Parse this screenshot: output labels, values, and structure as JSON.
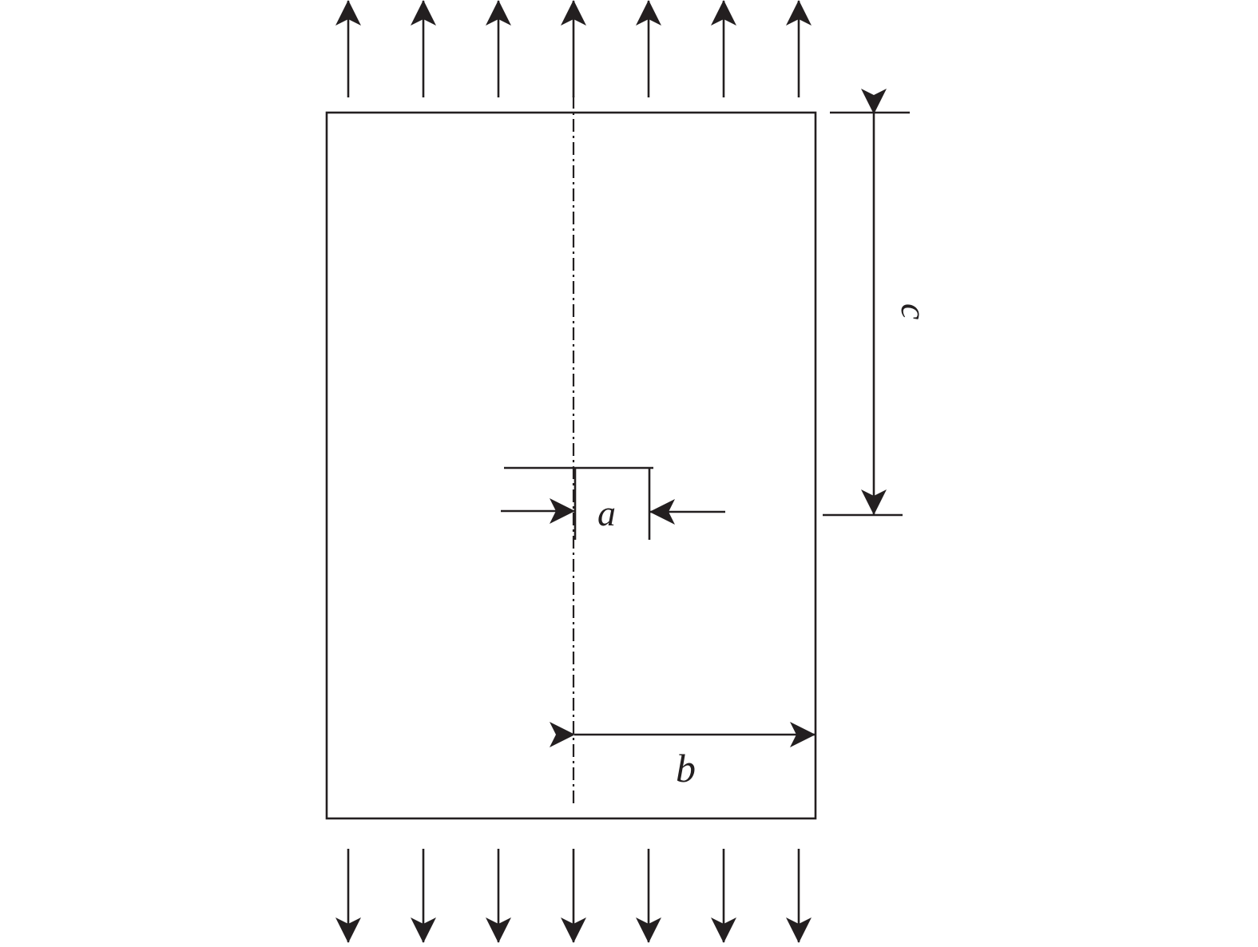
{
  "figure": {
    "labels": {
      "a": "a",
      "b": "b",
      "c": "c"
    },
    "colors": {
      "ink": "#231f20",
      "background": "#ffffff"
    },
    "load": {
      "top_arrow_count": 7,
      "bottom_arrow_count": 7,
      "top_direction": "up",
      "bottom_direction": "down"
    }
  }
}
